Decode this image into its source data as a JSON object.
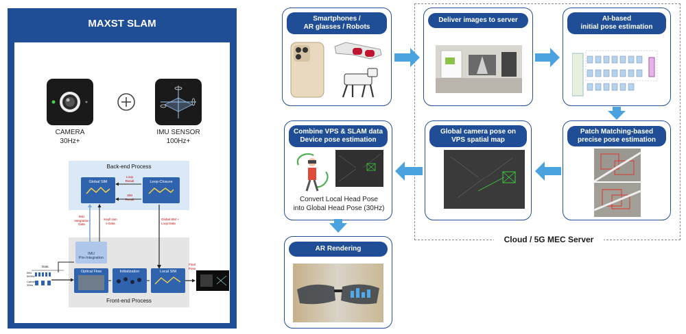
{
  "left": {
    "title": "MAXST SLAM",
    "camera_label": "CAMERA",
    "camera_rate": "30Hz+",
    "plus": "⊕",
    "imu_label": "IMU SENSOR",
    "imu_rate": "100Hz+",
    "backend_title": "Back-end Process",
    "frontend_title": "Front-end Process",
    "global_slam": "Global SlM",
    "loop_closure": "Loop-Closure",
    "loop_result": "Loop\nResult",
    "slm_result": "SlM\nResult",
    "imu_integration": "IMU\nIntegration\nData",
    "keyframe_data": "Keyfr.ram\ne Data",
    "global_slm_loop": "Global SlM +\nLoop Data",
    "imu_preint": "IMU\nPre-Integration",
    "optical_flow": "Optical Flow",
    "initialization": "Initialization",
    "local_slm": "Local SlM",
    "final_pose": "Final\nPose",
    "data_label": "Data",
    "imu_input": "IMU\n500Hz",
    "camera_input": "Camera\n30Hz"
  },
  "stages": {
    "devices": "Smartphones /\nAR glasses / Robots",
    "deliver": "Deliver images to server",
    "ai_pose": "AI-based\ninitial pose estimation",
    "patch": "Patch Matching-based\nprecise pose estimation",
    "global_cam": "Global camera pose on\nVPS spatial map",
    "combine": "Combine VPS & SLAM data\nDevice pose estimation",
    "convert_caption": "Convert Local Head Pose\ninto Global Head Pose (30Hz)",
    "ar_render": "AR Rendering"
  },
  "cloud_label": "Cloud / 5G MEC Server",
  "colors": {
    "brand_blue": "#1f4e96",
    "arrow_blue": "#4aa3df",
    "block_blue": "#2f63ad"
  }
}
